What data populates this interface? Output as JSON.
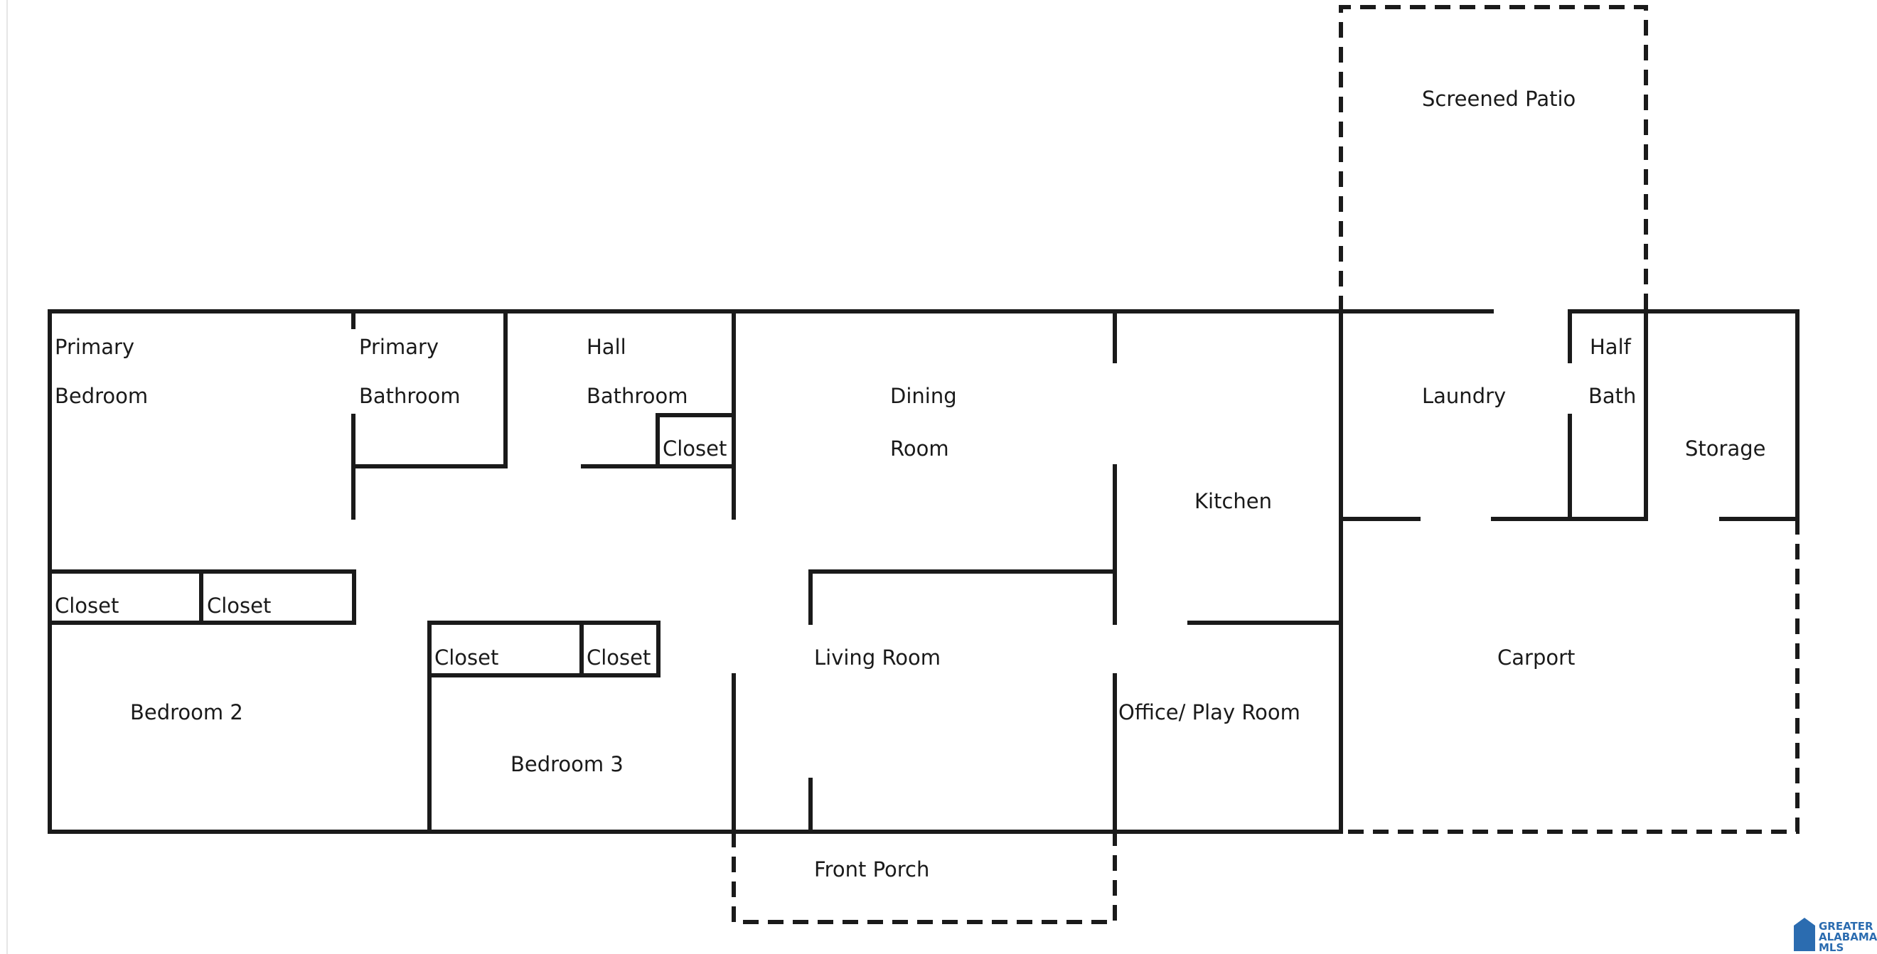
{
  "rooms": {
    "primary_bedroom": [
      "Primary",
      "Bedroom"
    ],
    "primary_bathroom": [
      "Primary",
      "Bathroom"
    ],
    "hall_bathroom": [
      "Hall",
      "Bathroom"
    ],
    "closet_hall": "Closet",
    "dining_room": [
      "Dining",
      "Room"
    ],
    "kitchen": "Kitchen",
    "laundry": "Laundry",
    "half_bath": [
      "Half",
      "Bath"
    ],
    "storage": "Storage",
    "screened_patio": "Screened Patio",
    "closet_a": "Closet",
    "closet_b": "Closet",
    "closet_c": "Closet",
    "closet_d": "Closet",
    "bedroom_2": "Bedroom 2",
    "bedroom_3": "Bedroom 3",
    "living_room": "Living Room",
    "office_play_room": "Office/ Play Room",
    "carport": "Carport",
    "front_porch": "Front Porch"
  },
  "logo": {
    "lines": [
      "GREATER",
      "ALABAMA",
      "MLS"
    ],
    "color": "#2b6cb0"
  }
}
